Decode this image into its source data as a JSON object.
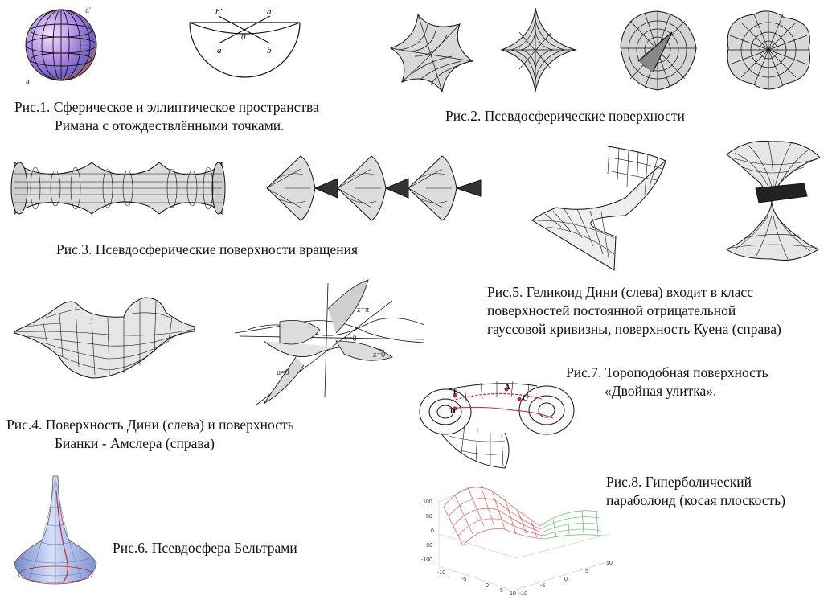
{
  "captions": {
    "fig1": [
      "Рис.1. Сферическое и эллиптическое пространства",
      "Римана с отождествлёнными точками."
    ],
    "fig2": [
      "Рис.2. Псевдосферические поверхности"
    ],
    "fig3": [
      "Рис.3. Псевдосферические поверхности вращения"
    ],
    "fig4": [
      "Рис.4. Поверхность Дини (слева) и поверхность",
      "Бианки - Амслера (справа)"
    ],
    "fig5": [
      "Рис.5. Геликоид Дини (слева) входит в класс",
      "поверхностей постоянной отрицательной",
      "гауссовой кривизны, поверхность Куена (справа)"
    ],
    "fig6": [
      "Рис.6. Псевдосфера Бельтрами"
    ],
    "fig7": [
      "Рис.7. Тороподобная поверхность",
      "«Двойная улитка»."
    ],
    "fig8": [
      "Рис.8. Гиперболический",
      "параболоид (косая плоскость)"
    ]
  },
  "figure_labels": {
    "sphere": [
      "a'",
      "a"
    ],
    "hemisphere": [
      "b'",
      "a'",
      "0",
      "a",
      "b"
    ],
    "bianchi": [
      "z=π",
      "v=0",
      "z=0",
      "u=0"
    ],
    "snail": [
      "A",
      "B",
      "C",
      "D"
    ],
    "paraboloid_z_ticks": [
      "100",
      "50",
      "0",
      "-50",
      "-100"
    ],
    "paraboloid_x_ticks": [
      "-10",
      "-5",
      "0",
      "5",
      "10"
    ],
    "paraboloid_y_ticks": [
      "-10",
      "-5",
      "0",
      "5",
      "10"
    ]
  },
  "colors": {
    "ink": "#111111",
    "sphere": "#8f6fd0",
    "pseudosphere": "#8fa6dc",
    "paraboloid_red": "#e04040",
    "paraboloid_green": "#3cb44b",
    "curve_red": "#c0282a"
  }
}
